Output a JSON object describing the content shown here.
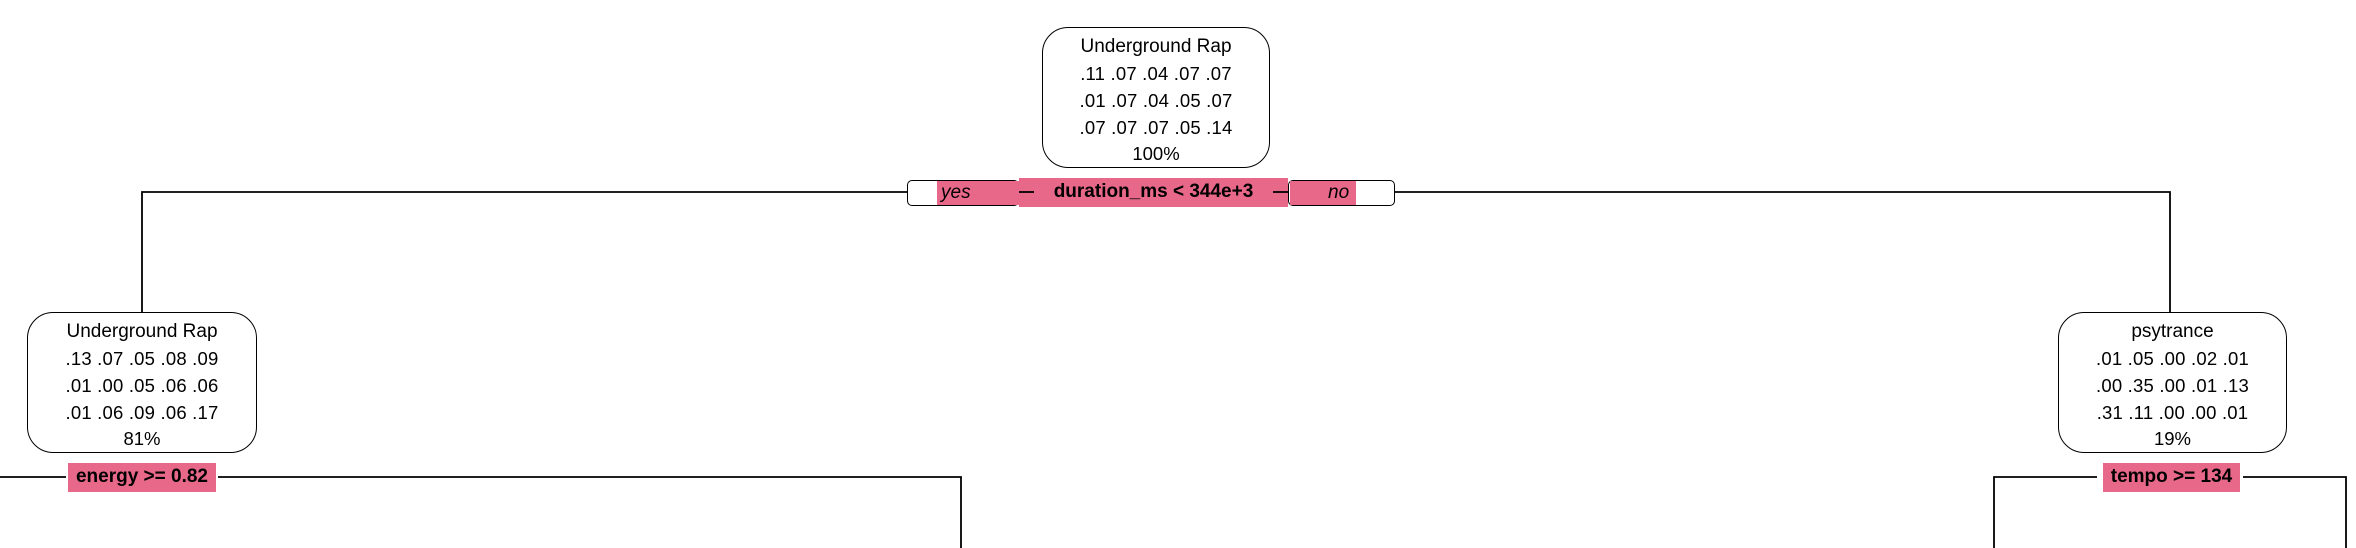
{
  "tree": {
    "root": {
      "class": "Underground Rap",
      "probs": [
        ".11 .07 .04 .07 .07",
        ".01 .07 .04 .05 .07",
        ".07 .07 .07 .05 .14"
      ],
      "percent": "100%",
      "split": "duration_ms < 344e+3",
      "yes_label": "yes",
      "no_label": "no"
    },
    "left": {
      "class": "Underground Rap",
      "probs": [
        ".13 .07 .05 .08 .09",
        ".01 .00 .05 .06 .06",
        ".01 .06 .09 .06 .17"
      ],
      "percent": "81%",
      "split": "energy >= 0.82"
    },
    "right": {
      "class": "psytrance",
      "probs": [
        ".01 .05 .00 .02 .01",
        ".00 .35 .00 .01 .13",
        ".31 .11 .00 .00 .01"
      ],
      "percent": "19%",
      "split": "tempo >= 134"
    }
  },
  "colors": {
    "split_fill": "#e8688a",
    "edge": "#000000",
    "node_fill": "#ffffff"
  }
}
